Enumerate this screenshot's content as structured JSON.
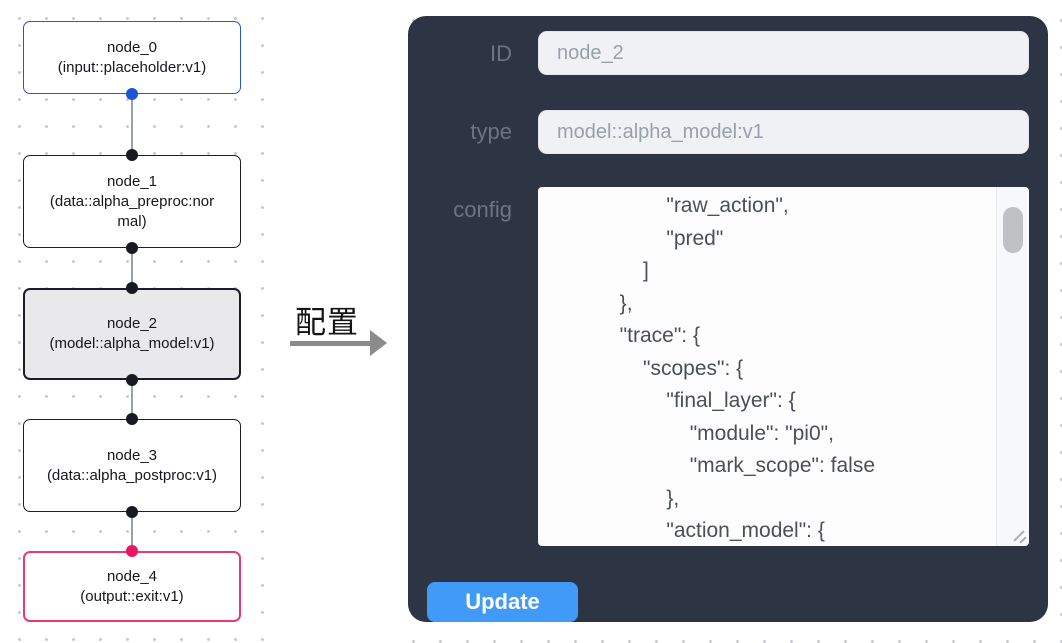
{
  "canvas": {
    "nodes": [
      {
        "name": "node_0",
        "type_line": "(input::placeholder:v1)",
        "role": "input",
        "selected": false
      },
      {
        "name": "node_1",
        "type_line": "(data::alpha_preproc:normal)",
        "role": "data",
        "selected": false
      },
      {
        "name": "node_2",
        "type_line": "(model::alpha_model:v1)",
        "role": "model",
        "selected": true
      },
      {
        "name": "node_3",
        "type_line": "(data::alpha_postproc:v1)",
        "role": "data",
        "selected": false
      },
      {
        "name": "node_4",
        "type_line": "(output::exit:v1)",
        "role": "output",
        "selected": false
      }
    ],
    "colors": {
      "input_accent": "#2b55cb",
      "input_port": "#1d53d8",
      "output_accent": "#e93a71",
      "output_port": "#ee1464",
      "default_border": "#1b1e29",
      "selected_bg": "#e9e9ec",
      "edge": "#9aa0a8"
    }
  },
  "annotation": {
    "label": "配置"
  },
  "panel": {
    "bg_color": "#2d3544",
    "fields": {
      "id": {
        "label": "ID",
        "value": "node_2"
      },
      "type": {
        "label": "type",
        "value": "model::alpha_model:v1"
      }
    },
    "config": {
      "label": "config",
      "lines": [
        "                      \"raw_action\",",
        "                      \"pred\"",
        "                  ]",
        "              },",
        "              \"trace\": {",
        "                  \"scopes\": {",
        "                      \"final_layer\": {",
        "                          \"module\": \"pi0\",",
        "                          \"mark_scope\": false",
        "                      },",
        "                      \"action_model\": {"
      ]
    },
    "update": {
      "label": "Update",
      "color": "#419af7"
    }
  }
}
